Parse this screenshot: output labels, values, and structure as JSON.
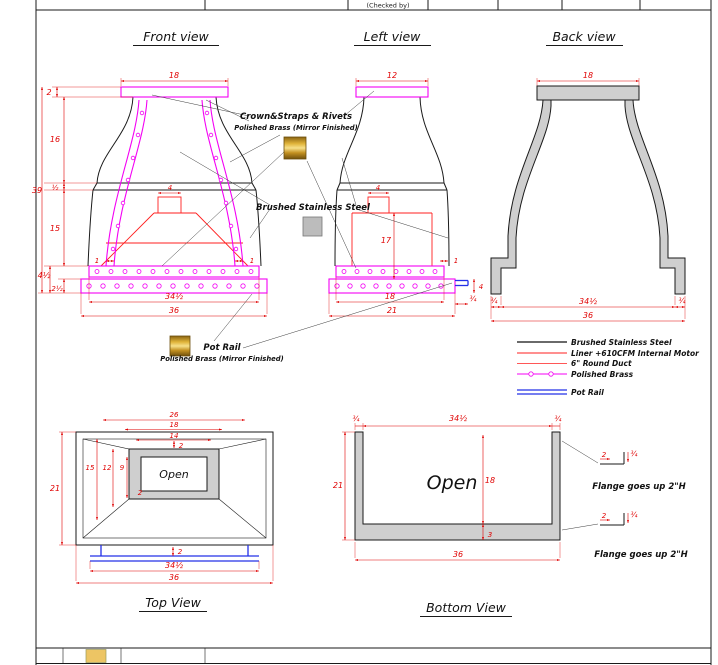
{
  "colors": {
    "dimension_red": "#e00000",
    "polished_brass_magenta": "#f400f4",
    "liner_red": "#ff1f1f",
    "pot_rail_blue": "#2330e8",
    "steel_gray": "#bcbcbc",
    "brass_gold": "#c8961e"
  },
  "title_block": {
    "checked_by_label": "(Checked by)"
  },
  "front_view": {
    "title": "Front view",
    "dims": {
      "crown_width": "18",
      "crown_height": "2",
      "upper_height": "16",
      "band_height": "½",
      "total_height": "39",
      "lower_height": "15",
      "base_height": "4½",
      "band2_height": "2½",
      "strap_left": "1",
      "strap_right": "1",
      "duct_width": "4",
      "base_width": "34½",
      "total_width": "36"
    }
  },
  "left_view": {
    "title": "Left view",
    "dims": {
      "crown_depth": "12",
      "duct_depth": "4",
      "liner_height": "17",
      "strap": "1",
      "flange": "¾",
      "flange_height": "4",
      "base_depth": "18",
      "total_depth": "21"
    }
  },
  "back_view": {
    "title": "Back view",
    "dims": {
      "crown_width": "18",
      "flange_left": "¾",
      "inner_width": "34½",
      "flange_right": "¾",
      "total_width": "36"
    }
  },
  "legend": {
    "items": [
      {
        "label": "Brushed Stainless Steel"
      },
      {
        "label": "Liner +610CFM Internal Motor"
      },
      {
        "label": "6\" Round Duct"
      },
      {
        "label": "Polished Brass"
      },
      {
        "label": "Pot Rail"
      }
    ]
  },
  "callouts": {
    "crown_line1": "Crown&Straps & Rivets",
    "crown_line2": "Polished Brass (Mirror Finished)",
    "steel": "Brushed Stainless Steel",
    "pot_rail_line1": "Pot Rail",
    "pot_rail_line2": "Polished Brass (Mirror Finished)"
  },
  "top_view": {
    "title": "Top View",
    "open_label": "Open",
    "dims": {
      "d26": "26",
      "d18": "18",
      "d14": "14",
      "d2_top": "2",
      "left_total": "21",
      "d15": "15",
      "d12": "12",
      "d9": "9",
      "d2_inner": "2",
      "d2_rail": "2",
      "rail_width": "34½",
      "total_width": "36"
    }
  },
  "bottom_view": {
    "title": "Bottom View",
    "open_label": "Open",
    "dims": {
      "flange_left": "¾",
      "inner_width": "34½",
      "flange_right": "¾",
      "depth": "21",
      "inner_depth": "18",
      "wall": "3",
      "total_width": "36",
      "flange1_w": "2",
      "flange1_h": "¾",
      "flange2_w": "2",
      "flange2_h": "¾"
    },
    "flange_note_top": "Flange goes up 2\"H",
    "flange_note_bottom": "Flange goes up 2\"H"
  }
}
